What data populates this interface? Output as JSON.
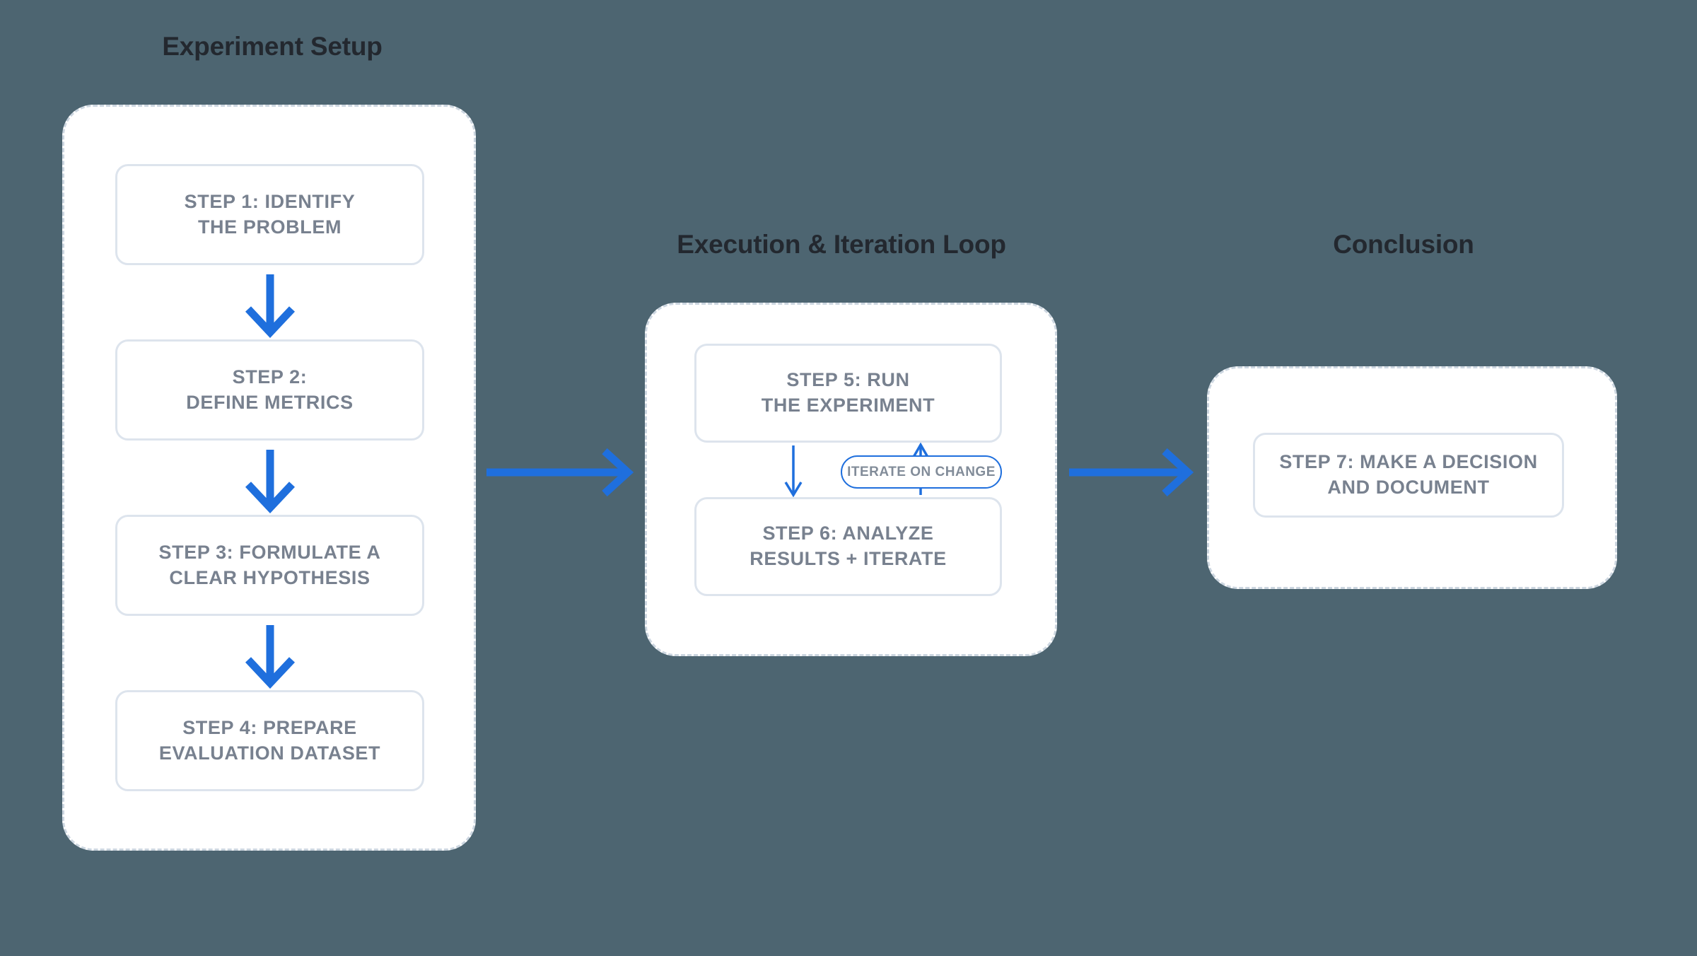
{
  "background_color": "#4d6571",
  "accent_color": "#1f6fdd",
  "box_text_color": "#78818f",
  "box_border_color": "#dde4ed",
  "group_border_color": "#ccd6e0",
  "title_color": "#23282f",
  "groups": [
    {
      "id": "setup",
      "title": "Experiment Setup",
      "steps": [
        {
          "id": "step-1",
          "line1": "STEP 1: IDENTIFY",
          "line2": "THE PROBLEM"
        },
        {
          "id": "step-2",
          "line1": "STEP 2:",
          "line2": "DEFINE METRICS"
        },
        {
          "id": "step-3",
          "line1": "STEP 3: FORMULATE A",
          "line2": "CLEAR HYPOTHESIS"
        },
        {
          "id": "step-4",
          "line1": "STEP 4: PREPARE",
          "line2": "EVALUATION DATASET"
        }
      ]
    },
    {
      "id": "loop",
      "title": "Execution & Iteration Loop",
      "steps": [
        {
          "id": "step-5",
          "line1": "STEP 5: RUN",
          "line2": "THE EXPERIMENT"
        },
        {
          "id": "step-6",
          "line1": "STEP 6: ANALYZE",
          "line2": "RESULTS + ITERATE"
        }
      ],
      "loop_label": "ITERATE ON CHANGE"
    },
    {
      "id": "conclusion",
      "title": "Conclusion",
      "steps": [
        {
          "id": "step-7",
          "line1": "STEP 7: MAKE A DECISION",
          "line2": "AND DOCUMENT"
        }
      ]
    }
  ],
  "connectors": {
    "setup_to_loop": "arrow-right",
    "loop_to_conclusion": "arrow-right",
    "step1_to_step2": "arrow-down",
    "step2_to_step3": "arrow-down",
    "step3_to_step4": "arrow-down",
    "step5_to_step6": "arrow-down-thin",
    "step6_to_step5": "arrow-up-thin"
  }
}
